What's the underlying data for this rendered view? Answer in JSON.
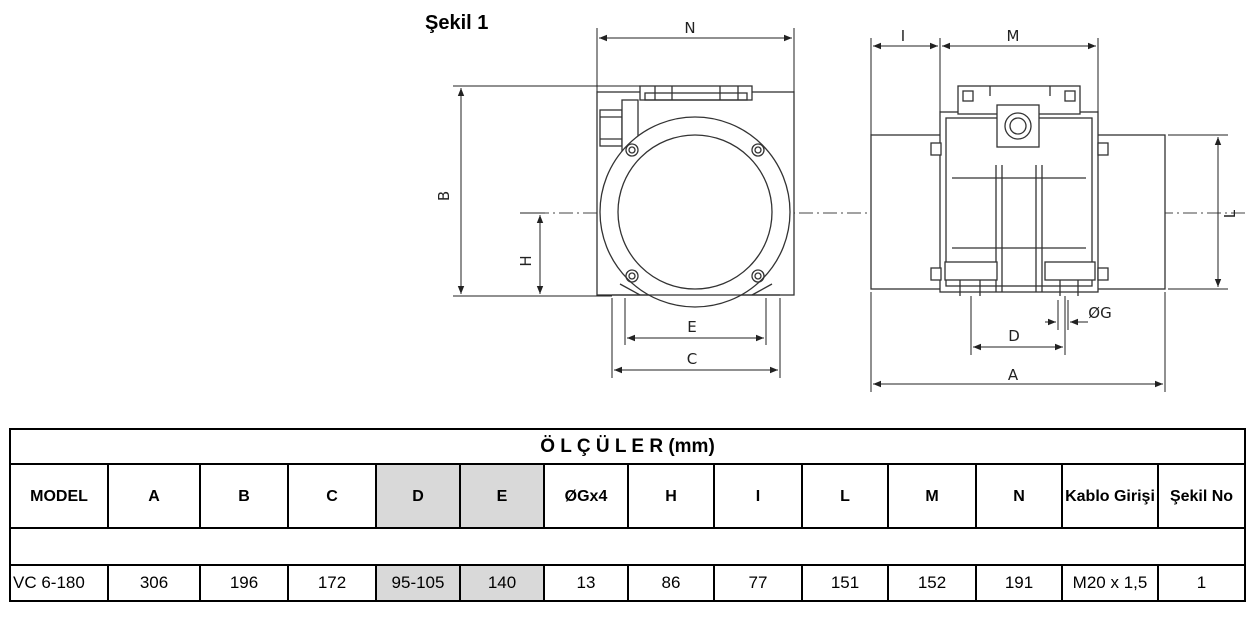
{
  "figure": {
    "title": "Şekil 1"
  },
  "drawing": {
    "labels": {
      "N": "N",
      "B": "B",
      "H": "H",
      "E": "E",
      "C": "C",
      "I": "I",
      "M": "M",
      "L": "L",
      "D": "D",
      "A": "A",
      "G": "ØG"
    }
  },
  "table": {
    "title": "Ö L Ç Ü L E R  (mm)",
    "headers": [
      "MODEL",
      "A",
      "B",
      "C",
      "D",
      "E",
      "ØGx4",
      "H",
      "I",
      "L",
      "M",
      "N",
      "Kablo Girişi",
      "Şekil No"
    ],
    "rows": [
      [
        "VC 6-180",
        "306",
        "196",
        "172",
        "95-105",
        "140",
        "13",
        "86",
        "77",
        "151",
        "152",
        "191",
        "M20 x 1,5",
        "1"
      ]
    ]
  }
}
